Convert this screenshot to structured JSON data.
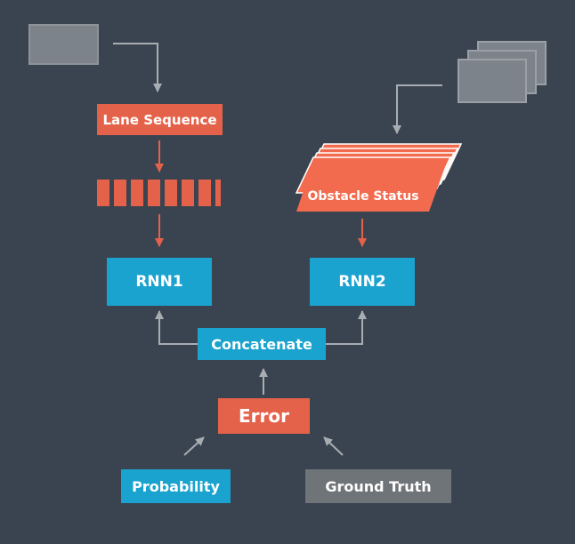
{
  "nodes": {
    "lane_sequence": "Lane Sequence",
    "obstacle_status": "Obstacle Status",
    "rnn1": "RNN1",
    "rnn2": "RNN2",
    "concatenate": "Concatenate",
    "error": "Error",
    "probability": "Probability",
    "ground_truth": "Ground Truth"
  },
  "colors": {
    "background": "#3a4451",
    "red": "#e5624a",
    "red_layer": "#f26b4f",
    "blue": "#1aa3cf",
    "gray_box": "#6f7479",
    "input_placeholder": "#7d838a",
    "arrow_gray": "#a8adb2",
    "arrow_red": "#e5624a"
  },
  "icons": {
    "lane_input": "image-placeholder-icon",
    "obstacle_input": "image-stack-icon",
    "sequence": "segmented-sequence-icon"
  }
}
